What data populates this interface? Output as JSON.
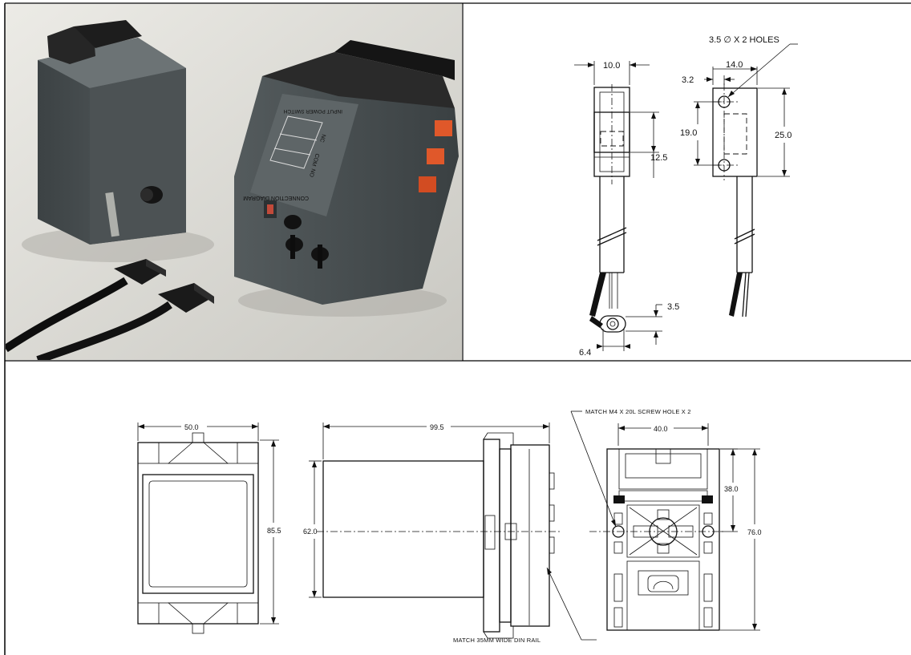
{
  "sensor_dims": {
    "width": "10.0",
    "holes_note": "3.5 ∅ X 2 HOLES",
    "hole_offset": "3.2",
    "body_width": "14.0",
    "face_height": "12.5",
    "hole_pitch": "19.0",
    "body_height": "25.0",
    "lens_offset": "3.5",
    "lens_dia": "6.4"
  },
  "controller_dims": {
    "front_width": "50.0",
    "front_height": "85.5",
    "side_depth": "99.5",
    "side_height": "62.0",
    "socket_width": "40.0",
    "socket_half": "38.0",
    "socket_height": "76.0",
    "screw_note": "MATCH M4 X 20L SCREW HOLE X 2",
    "rail_note": "MATCH 35MM WIDE DIN RAIL"
  },
  "photo_labels": {
    "diagram_title": "CONNECTION DIAGRAM",
    "switch_label": "INPUT POWER SWITCH",
    "term_nc": "NC",
    "term_com": "COM",
    "term_no": "NO"
  },
  "colors": {
    "frame": "#000000",
    "line": "#111111",
    "housing": "#4a5052",
    "socket": "#1c1c1c",
    "terminal": "#e0582a",
    "background_photo": "#d9d9d4"
  }
}
